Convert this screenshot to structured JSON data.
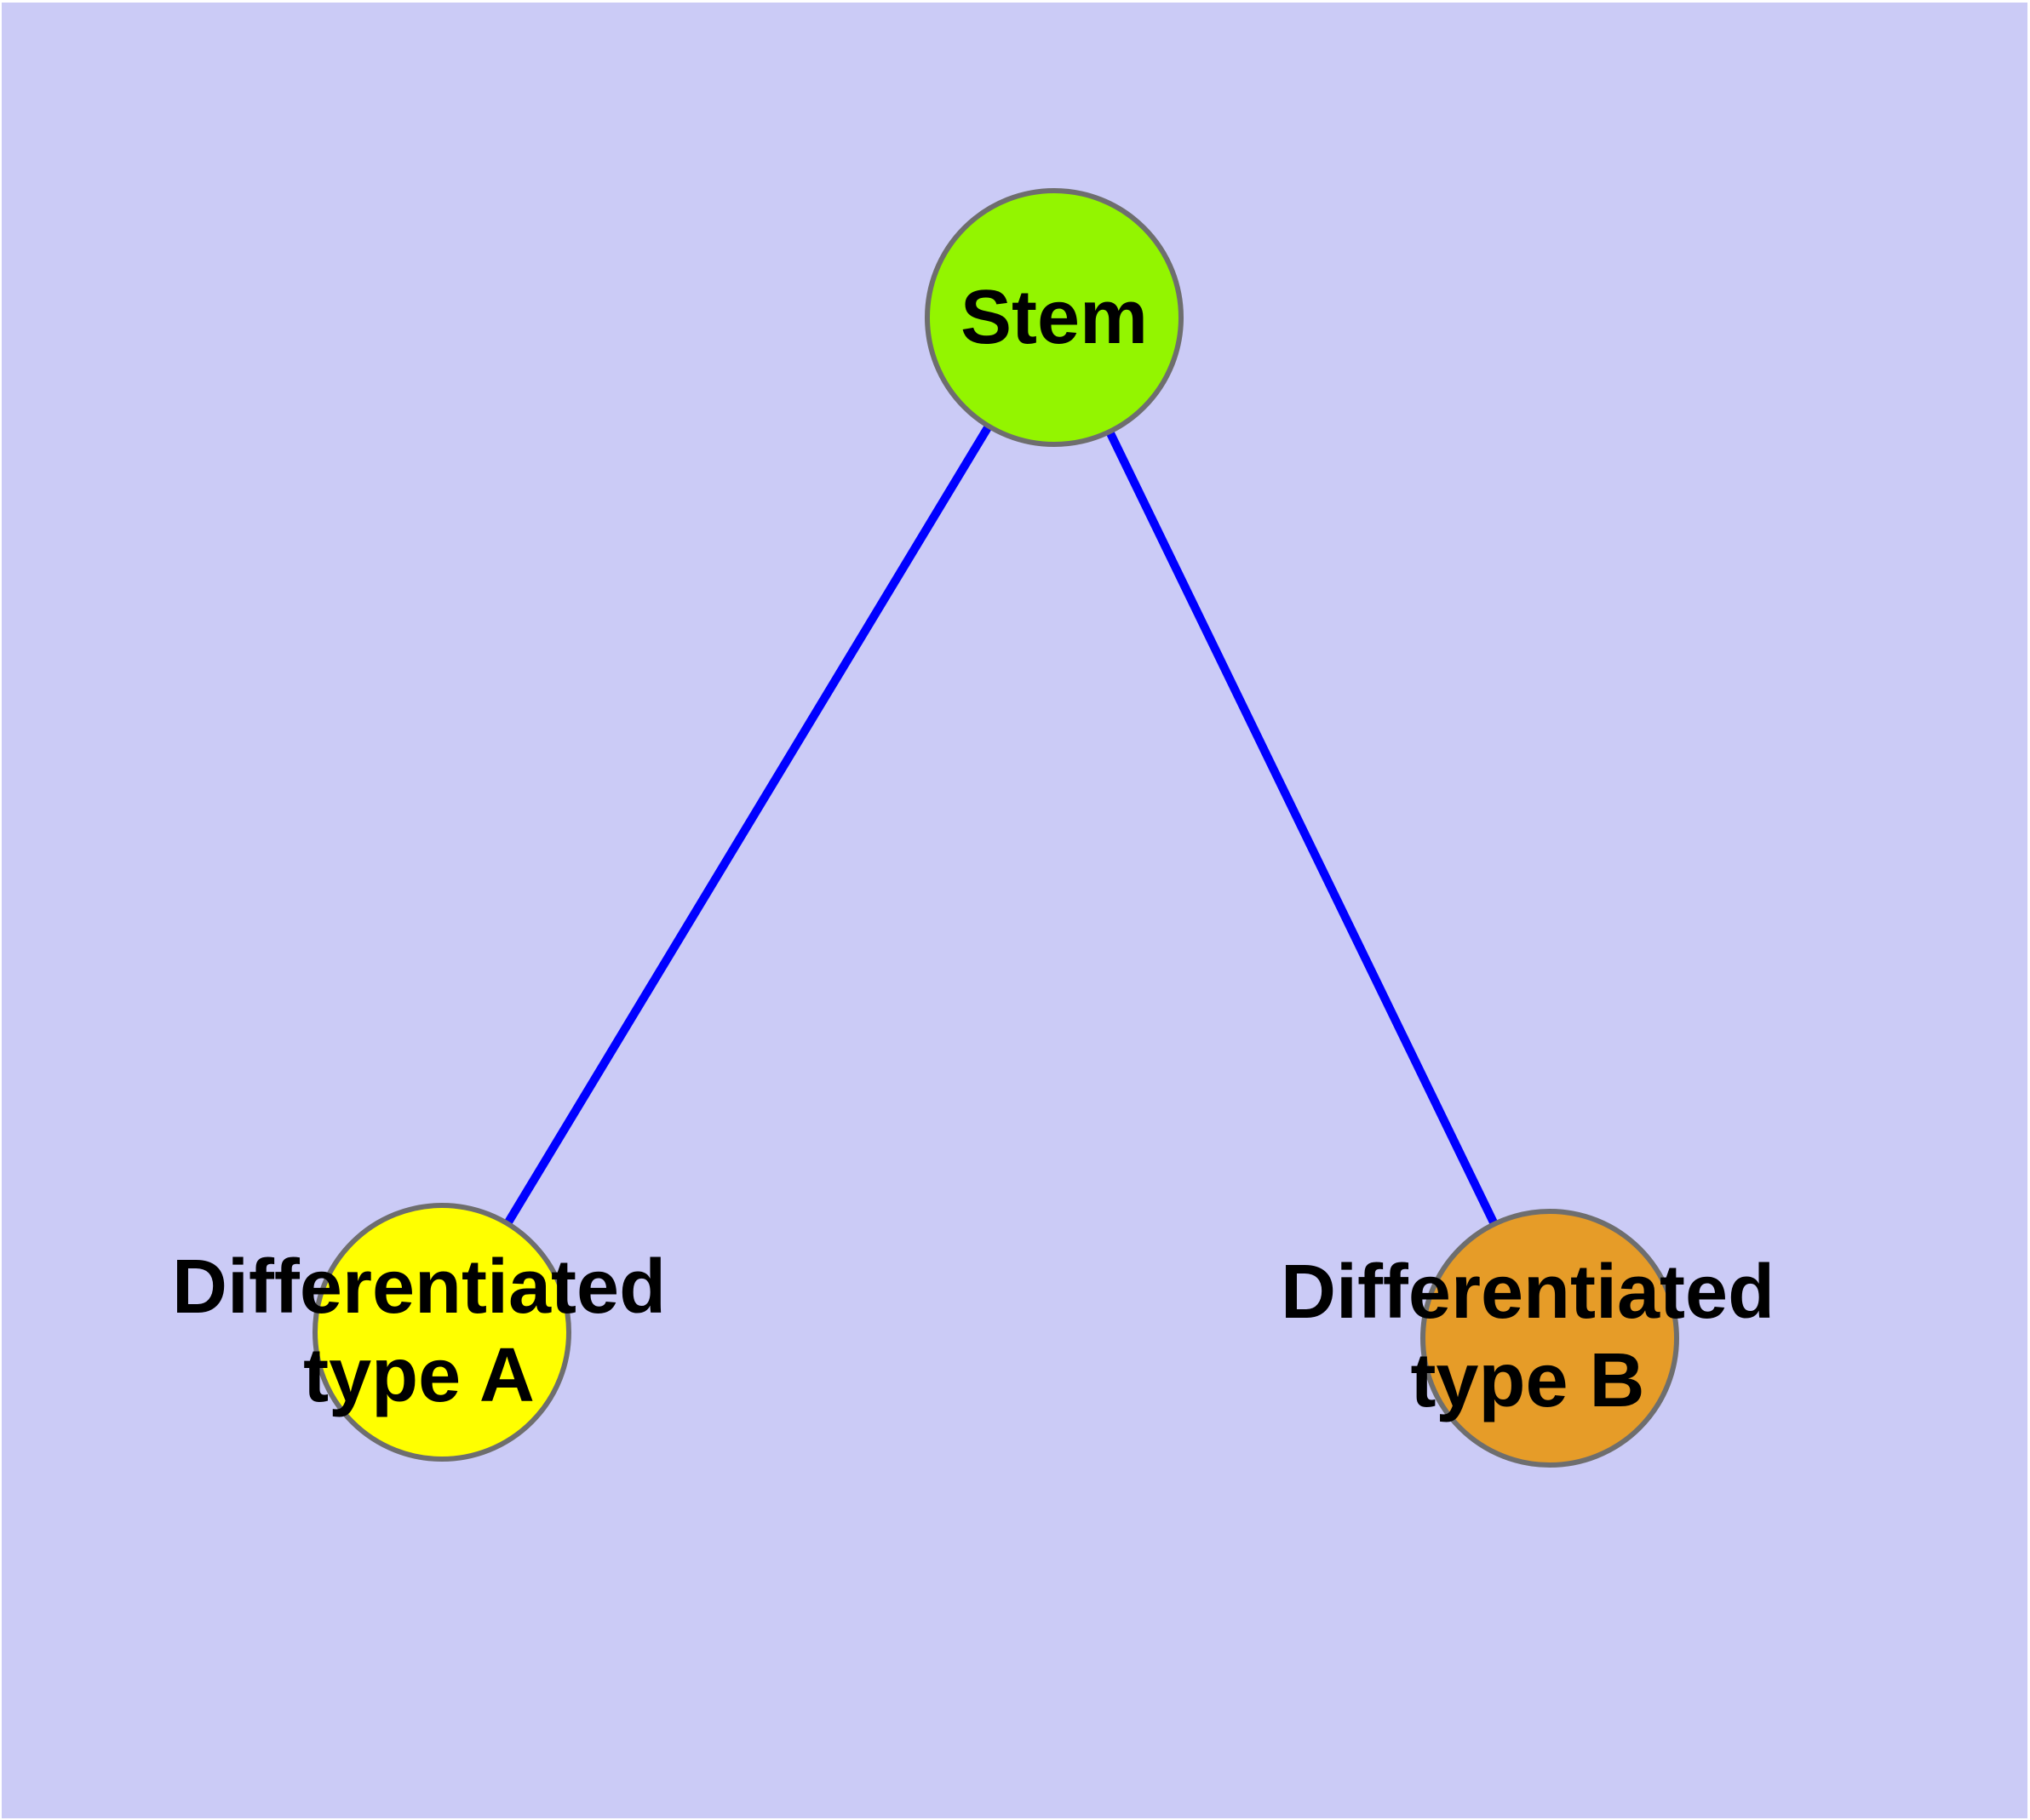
{
  "diagram": {
    "background_color": "#cbcbf6",
    "edge_color": "#0000ff",
    "node_border_color": "#6e6e6e",
    "label_color": "#000000",
    "nodes": [
      {
        "id": "stem",
        "label": "Stem",
        "fill": "#93f500"
      },
      {
        "id": "differentiated-type-a",
        "label_line1": "Differentiated",
        "label_line2": "type A",
        "fill": "#ffff00"
      },
      {
        "id": "differentiated-type-b",
        "label_line1": "Differentiated",
        "label_line2": "type B",
        "fill": "#e69c28"
      }
    ],
    "edges": [
      {
        "from": "Stem",
        "to": "Differentiated type A"
      },
      {
        "from": "Stem",
        "to": "Differentiated type B"
      }
    ]
  }
}
